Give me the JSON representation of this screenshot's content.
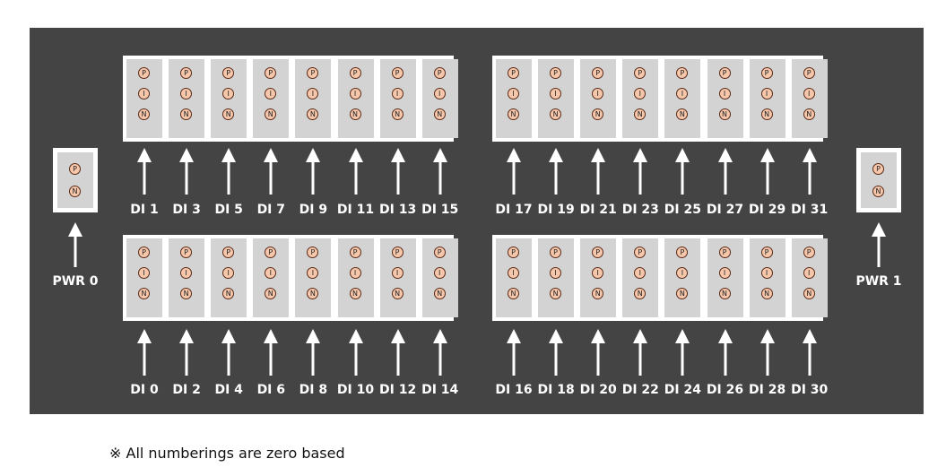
{
  "terminal_letters": {
    "p": "P",
    "i": "I",
    "n": "N"
  },
  "channels_top_left": [
    "DI 1",
    "DI 3",
    "DI 5",
    "DI 7",
    "DI 9",
    "DI 11",
    "DI 13",
    "DI 15"
  ],
  "channels_top_right": [
    "DI 17",
    "DI 19",
    "DI 21",
    "DI 23",
    "DI 25",
    "DI 27",
    "DI 29",
    "DI 31"
  ],
  "channels_bottom_left": [
    "DI 0",
    "DI 2",
    "DI 4",
    "DI 6",
    "DI 8",
    "DI 10",
    "DI 12",
    "DI 14"
  ],
  "channels_bottom_right": [
    "DI 16",
    "DI 18",
    "DI 20",
    "DI 22",
    "DI 24",
    "DI 26",
    "DI 28",
    "DI 30"
  ],
  "power": {
    "left_label": "PWR 0",
    "right_label": "PWR 1"
  },
  "note": "※  All numberings are zero based",
  "colors": {
    "panel": "#444444",
    "block_frame": "#ffffff",
    "cell": "#d3d3d3",
    "terminal_fill": "#f6c7aa",
    "terminal_stroke": "#5a2a18",
    "arrow": "#ffffff",
    "label": "#ffffff"
  }
}
